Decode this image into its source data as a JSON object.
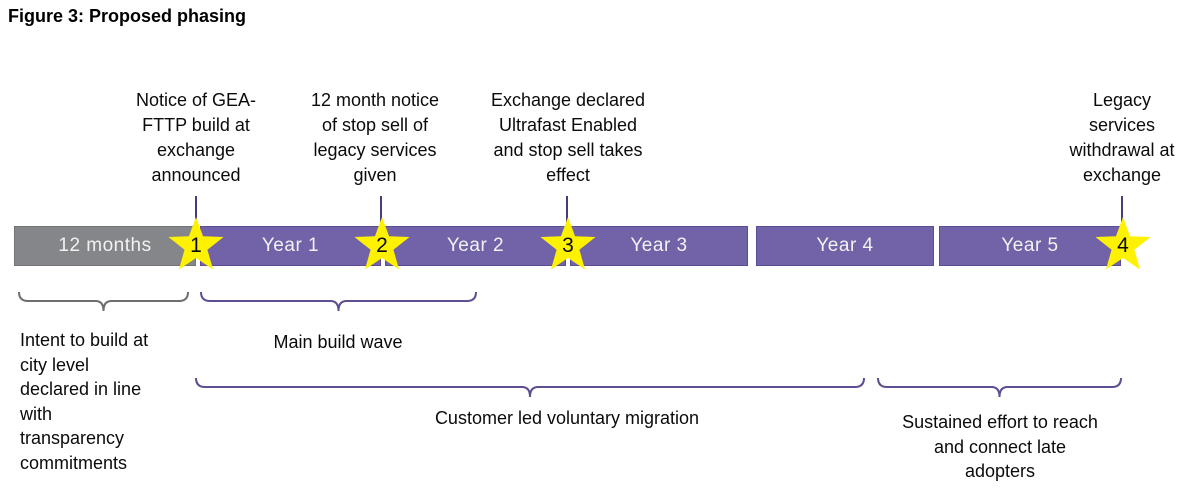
{
  "title": "Figure 3: Proposed phasing",
  "milestones": [
    {
      "number": "1",
      "label": "Notice of GEA-\nFTTP build at\nexchange\nannounced"
    },
    {
      "number": "2",
      "label": "12 month notice\nof stop sell of\nlegacy services\ngiven"
    },
    {
      "number": "3",
      "label": "Exchange declared\nUltrafast Enabled\nand stop sell takes\neffect"
    },
    {
      "number": "4",
      "label": "Legacy\nservices\nwithdrawal at\nexchange"
    }
  ],
  "timeline": {
    "segments": [
      {
        "label": "12 months",
        "color": "#85868a"
      },
      {
        "label": "Year 1",
        "color": "#7262a8"
      },
      {
        "label": "Year 2",
        "color": "#7262a8"
      },
      {
        "label": "Year 3",
        "color": "#7262a8"
      },
      {
        "label": "Year 4",
        "color": "#7262a8"
      },
      {
        "label": "Year 5",
        "color": "#7262a8"
      }
    ]
  },
  "phases": [
    {
      "label": "Intent to build at\ncity level\ndeclared in line\nwith\ntransparency\ncommitments"
    },
    {
      "label": "Main build wave"
    },
    {
      "label": "Customer led voluntary migration"
    },
    {
      "label": "Sustained effort to reach\nand connect late\nadopters"
    }
  ],
  "colors": {
    "bar_purple": "#7262a8",
    "bar_gray": "#85868a",
    "star_yellow": "#fff200",
    "connector_purple": "#4a3a7d",
    "brace_purple": "#5f4e93",
    "brace_gray": "#6d6e71",
    "bar_label_text": "#f2f2f2",
    "text": "#0b0b0b"
  }
}
